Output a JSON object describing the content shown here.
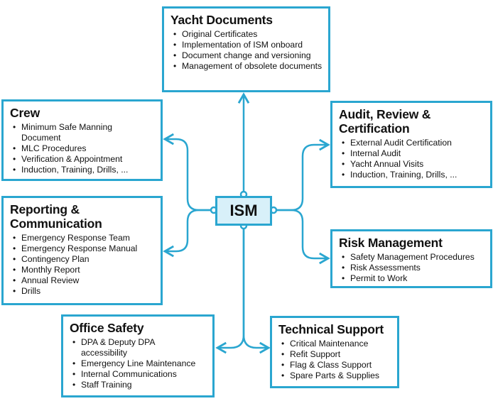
{
  "center": {
    "label": "ISM"
  },
  "colors": {
    "accent": "#2aa6d0",
    "center_fill": "#d8f0f9"
  },
  "nodes": {
    "yacht_documents": {
      "title": "Yacht Documents",
      "items": [
        "Original Certificates",
        "Implementation of ISM onboard",
        "Document change and versioning",
        "Management of obsolete documents"
      ]
    },
    "crew": {
      "title": "Crew",
      "items": [
        "Minimum Safe Manning Document",
        "MLC Procedures",
        "Verification & Appointment",
        "Induction, Training, Drills, ..."
      ]
    },
    "audit": {
      "title": "Audit, Review & Certification",
      "items": [
        "External Audit Certification",
        "Internal Audit",
        "Yacht Annual Visits",
        "Induction, Training, Drills, ..."
      ]
    },
    "reporting": {
      "title": "Reporting & Communication",
      "items": [
        "Emergency Response Team",
        "Emergency Response Manual",
        "Contingency Plan",
        "Monthly Report",
        "Annual Review",
        "Drills"
      ]
    },
    "risk": {
      "title": "Risk Management",
      "items": [
        "Safety Management Procedures",
        "Risk Assessments",
        "Permit to Work"
      ]
    },
    "office": {
      "title": "Office Safety",
      "items": [
        "DPA & Deputy DPA accessibility",
        "Emergency Line Maintenance",
        "Internal Communications",
        "Staff Training"
      ]
    },
    "technical": {
      "title": "Technical Support",
      "items": [
        "Critical Maintenance",
        "Refit Support",
        "Flag & Class Support",
        "Spare Parts & Supplies"
      ]
    }
  }
}
